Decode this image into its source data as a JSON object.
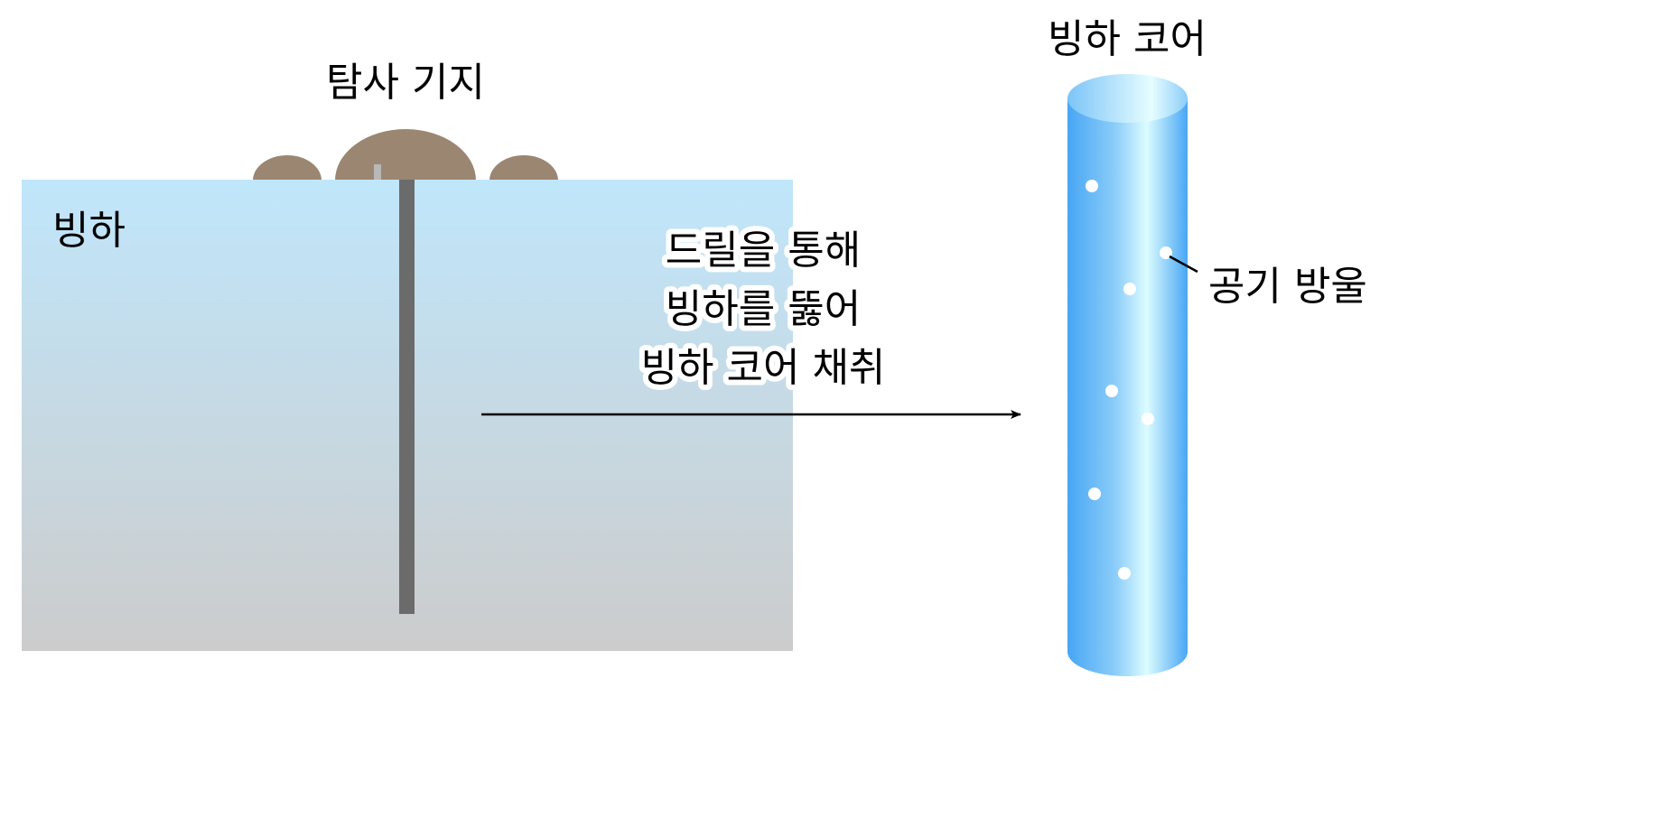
{
  "labels": {
    "station": "탐사 기지",
    "glacier": "빙하",
    "process_line1": "드릴을 통해",
    "process_line2": "빙하를 뚫어",
    "process_line3": "빙하 코어 채취",
    "ice_core": "빙하 코어",
    "air_bubble": "공기 방울"
  },
  "colors": {
    "glacier_top": "#c0e6fb",
    "glacier_bottom": "#cccccc",
    "dome": "#9b8672",
    "drill": "#6b6b6b",
    "core_edge": "#4aa8f5",
    "core_highlight": "#dcfcff"
  }
}
